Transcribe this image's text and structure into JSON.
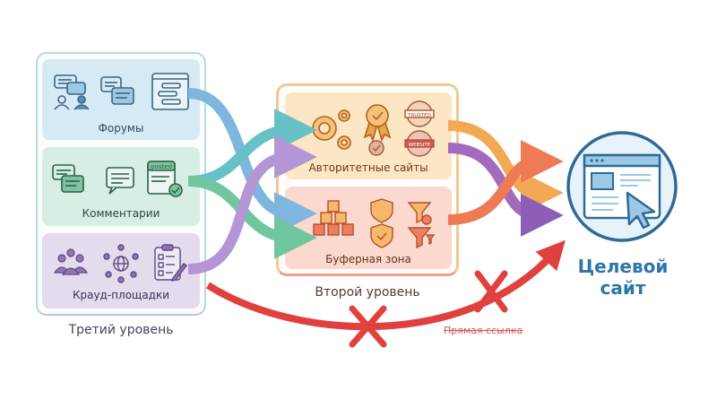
{
  "diagram": {
    "tier3": {
      "label": "Третий уровень",
      "cards": [
        {
          "label": "Форумы",
          "icons": [
            "chat-users-icon",
            "chat-bubbles-icon",
            "forum-window-icon"
          ]
        },
        {
          "label": "Комментарии",
          "icons": [
            "comments-icon",
            "comment-bubble-icon",
            "posted-checked-icon"
          ],
          "badge": "posted"
        },
        {
          "label": "Крауд-площадки",
          "icons": [
            "crowd-icon",
            "network-globe-icon",
            "checklist-clipboard-icon"
          ]
        }
      ]
    },
    "tier2": {
      "label": "Второй уровень",
      "cards": [
        {
          "label": "Авторитетные сайты",
          "icons": [
            "gears-icon",
            "award-ribbon-icon",
            "trusted-stamp-icon",
            "website-stamp-icon"
          ],
          "stamps": [
            "TRUSTED",
            "WEBSITE"
          ]
        },
        {
          "label": "Буферная зона",
          "icons": [
            "cubes-stack-icon",
            "shield-icon",
            "filter-funnel-icon"
          ]
        }
      ]
    },
    "target": {
      "label_line1": "Целевой",
      "label_line2": "сайт",
      "icon": "website-cursor-icon"
    },
    "direct_link": {
      "label": "Прямая ссылка",
      "status": "blocked"
    },
    "colors": {
      "forums": "#d6eaf6",
      "comments": "#d7eee3",
      "crowd": "#e4dbef",
      "authority": "#fce6c4",
      "buffer": "#fbd9cf",
      "target": "#2e76a8",
      "blocked": "#e0403e"
    }
  }
}
